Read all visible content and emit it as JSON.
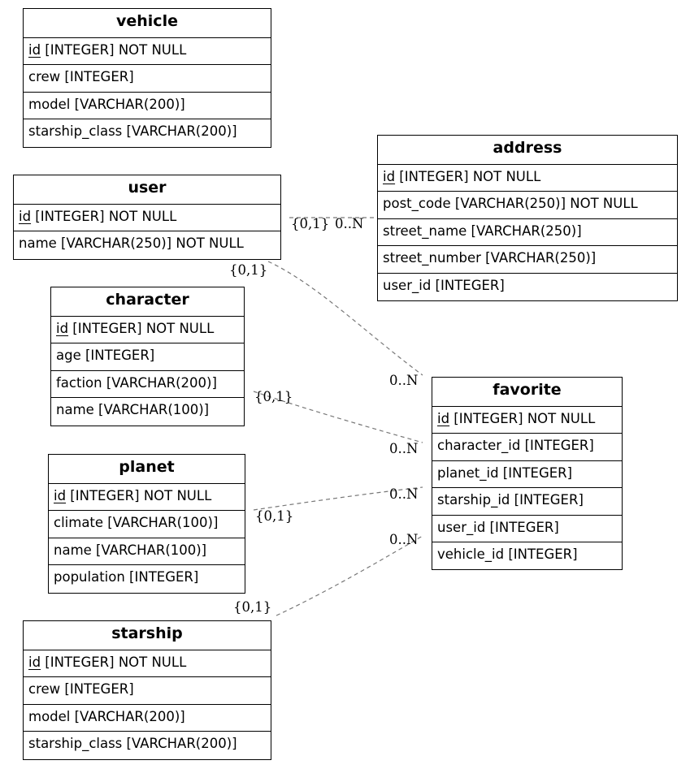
{
  "entities": {
    "vehicle": {
      "name": "vehicle",
      "pk": "id",
      "pk_rest": " [INTEGER] NOT NULL",
      "columns": [
        "crew [INTEGER]",
        "model [VARCHAR(200)]",
        "starship_class [VARCHAR(200)]"
      ]
    },
    "user": {
      "name": "user",
      "pk": "id",
      "pk_rest": " [INTEGER] NOT NULL",
      "columns": [
        "name [VARCHAR(250)] NOT NULL"
      ]
    },
    "address": {
      "name": "address",
      "pk": "id",
      "pk_rest": " [INTEGER] NOT NULL",
      "columns": [
        "post_code [VARCHAR(250)] NOT NULL",
        "street_name [VARCHAR(250)]",
        "street_number [VARCHAR(250)]",
        "user_id [INTEGER]"
      ]
    },
    "character": {
      "name": "character",
      "pk": "id",
      "pk_rest": " [INTEGER] NOT NULL",
      "columns": [
        "age [INTEGER]",
        "faction [VARCHAR(200)]",
        "name [VARCHAR(100)]"
      ]
    },
    "favorite": {
      "name": "favorite",
      "pk": "id",
      "pk_rest": " [INTEGER] NOT NULL",
      "columns": [
        "character_id [INTEGER]",
        "planet_id [INTEGER]",
        "starship_id [INTEGER]",
        "user_id [INTEGER]",
        "vehicle_id [INTEGER]"
      ]
    },
    "planet": {
      "name": "planet",
      "pk": "id",
      "pk_rest": " [INTEGER] NOT NULL",
      "columns": [
        "climate [VARCHAR(100)]",
        "name [VARCHAR(100)]",
        "population [INTEGER]"
      ]
    },
    "starship": {
      "name": "starship",
      "pk": "id",
      "pk_rest": " [INTEGER] NOT NULL",
      "columns": [
        "crew [INTEGER]",
        "model [VARCHAR(200)]",
        "starship_class [VARCHAR(200)]"
      ]
    }
  },
  "relationships": [
    {
      "from": "user",
      "to": "address",
      "from_card": "{0,1}",
      "to_card": "0..N"
    },
    {
      "from": "user",
      "to": "favorite",
      "from_card": "{0,1}",
      "to_card": "0..N"
    },
    {
      "from": "character",
      "to": "favorite",
      "from_card": "{0,1}",
      "to_card": "0..N"
    },
    {
      "from": "planet",
      "to": "favorite",
      "from_card": "{0,1}",
      "to_card": "0..N"
    },
    {
      "from": "starship",
      "to": "favorite",
      "from_card": "{0,1}",
      "to_card": "0..N"
    }
  ],
  "colors": {
    "line": "#000000",
    "edge": "#777777",
    "background": "#ffffff"
  }
}
